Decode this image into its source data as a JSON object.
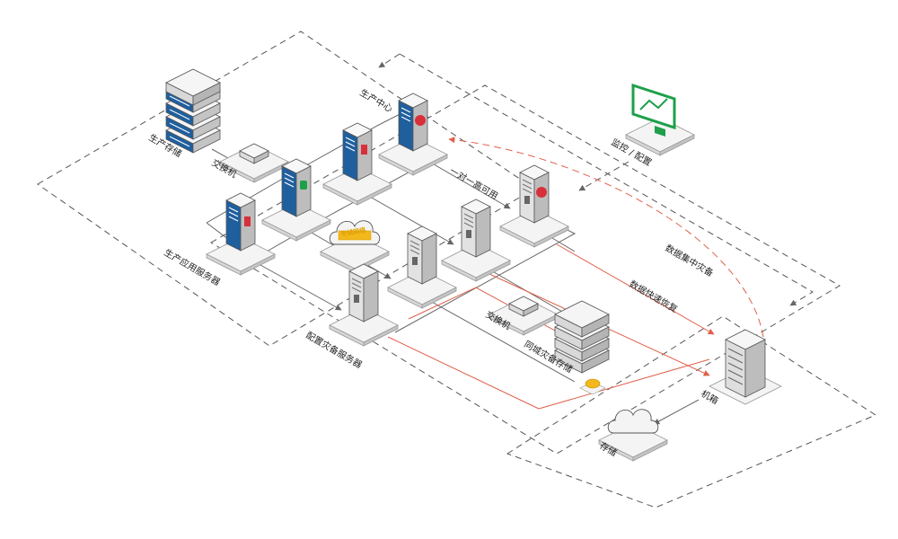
{
  "labels": {
    "production_center": "生产中心",
    "production_storage": "生产存储",
    "switch_top": "交换机",
    "production_app_servers": "生产应用服务器",
    "one_to_one_ha": "一对一高可用",
    "dedicated_network": "专线网络",
    "config_dr_servers": "配置灾备服务器",
    "switch_bottom": "交换机",
    "local_dr_storage": "同城灾备存储",
    "data_fast_recovery": "数据快速恢复",
    "data_centralized_dr": "数据集中灾备",
    "monitor_config": "监控 / 配置",
    "cabinet": "机箱",
    "storage": "存储"
  },
  "colors": {
    "accent_blue": "#1f5f9e",
    "accent_green": "#1ea04a",
    "accent_red": "#d8303a",
    "badge_yellow": "#f2b81c",
    "flow_red": "#e0604a",
    "line_gray": "#666666"
  },
  "icons": [
    "server-icon",
    "storage-array-icon",
    "switch-icon",
    "cloud-icon",
    "monitor-icon",
    "cabinet-icon"
  ]
}
